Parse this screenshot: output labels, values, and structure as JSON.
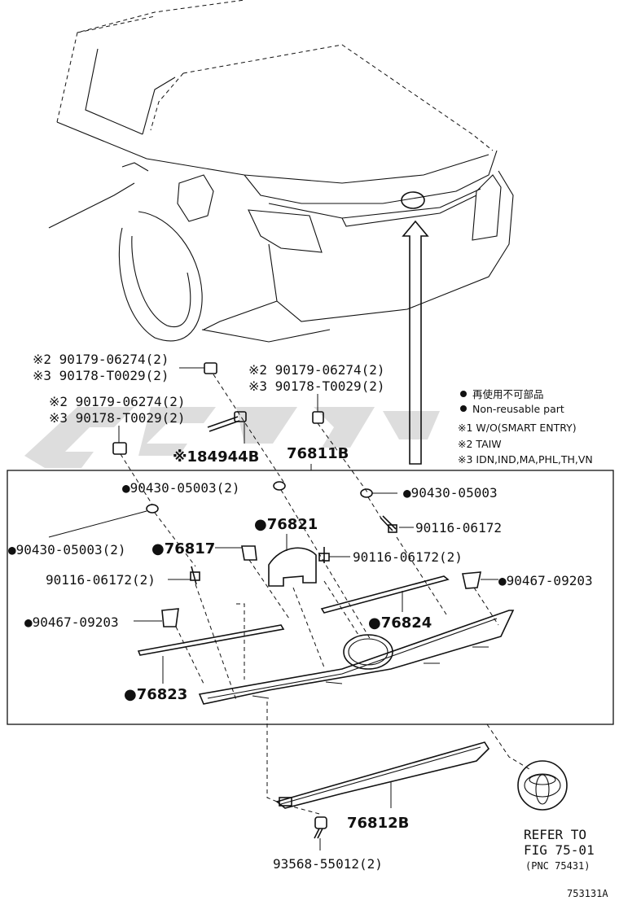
{
  "legend": {
    "non_reusable_jp": "再使用不可部品",
    "non_reusable_en": "Non-reusable part",
    "note1": "※1 W/O(SMART ENTRY)",
    "note2": "※2 TAIW",
    "note3": "※3 IDN,IND,MA,PHL,TH,VN"
  },
  "labels": {
    "a_line1": "※2 90179-06274(2)",
    "a_line2": "※3 90178-T0029(2)",
    "b_line1": "※2 90179-06274(2)",
    "b_line2": "※3 90178-T0029(2)",
    "c_line1": "※2 90179-06274(2)",
    "c_line2": "※3 90178-T0029(2)",
    "p84944b": "※184944B",
    "p76811b": "76811B",
    "p90430_left_top": "●90430-05003(2)",
    "p90430_right": "●90430-05003",
    "p90430_left": "●90430-05003(2)",
    "p76821": "●76821",
    "p76817": "●76817",
    "p90116_right_top": "90116-06172",
    "p90116_mid": "90116-06172(2)",
    "p90116_left": "90116-06172(2)",
    "p90467_right": "●90467-09203",
    "p90467_left": "●90467-09203",
    "p76824": "●76824",
    "p76823": "●76823",
    "p76812b": "76812B",
    "p93568": "93568-55012(2)",
    "refer1": "REFER TO",
    "refer2": "FIG 75-01",
    "refer3": "(PNC 75431)",
    "figure_id": "753131A"
  }
}
